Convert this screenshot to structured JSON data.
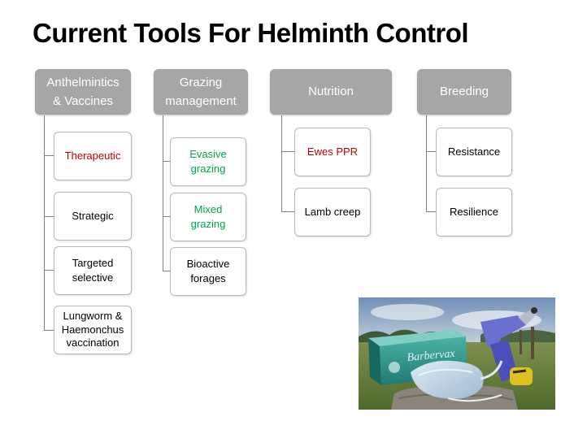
{
  "title": "Current Tools For Helminth Control",
  "colors": {
    "header_fill": "#a6a6a6",
    "red_text": "#c00000",
    "green_text": "#00a651",
    "black_text": "#000000"
  },
  "categories": [
    {
      "header": "Anthelmintics\n& Vaccines",
      "items": [
        {
          "label": "Therapeutic",
          "color": "#c00000"
        },
        {
          "label": "Strategic",
          "color": "#000000"
        },
        {
          "label": "Targeted\nselective",
          "color": "#000000"
        },
        {
          "label": "Lungworm &\nHaemonchus\nvaccination",
          "color": "#000000"
        }
      ]
    },
    {
      "header": "Grazing\nmanagement",
      "items": [
        {
          "label": "Evasive\ngrazing",
          "color": "#00a651"
        },
        {
          "label": "Mixed\ngrazing",
          "color": "#00a651"
        },
        {
          "label": "Bioactive\nforages",
          "color": "#000000"
        }
      ]
    },
    {
      "header": "Nutrition",
      "items": [
        {
          "label": "Ewes PPR",
          "color": "#c00000"
        },
        {
          "label": "Lamb creep",
          "color": "#000000"
        }
      ]
    },
    {
      "header": "Breeding",
      "items": [
        {
          "label": "Resistance",
          "color": "#000000"
        },
        {
          "label": "Resilience",
          "color": "#000000"
        }
      ]
    }
  ],
  "photo": {
    "product_label": "Barbervax"
  }
}
